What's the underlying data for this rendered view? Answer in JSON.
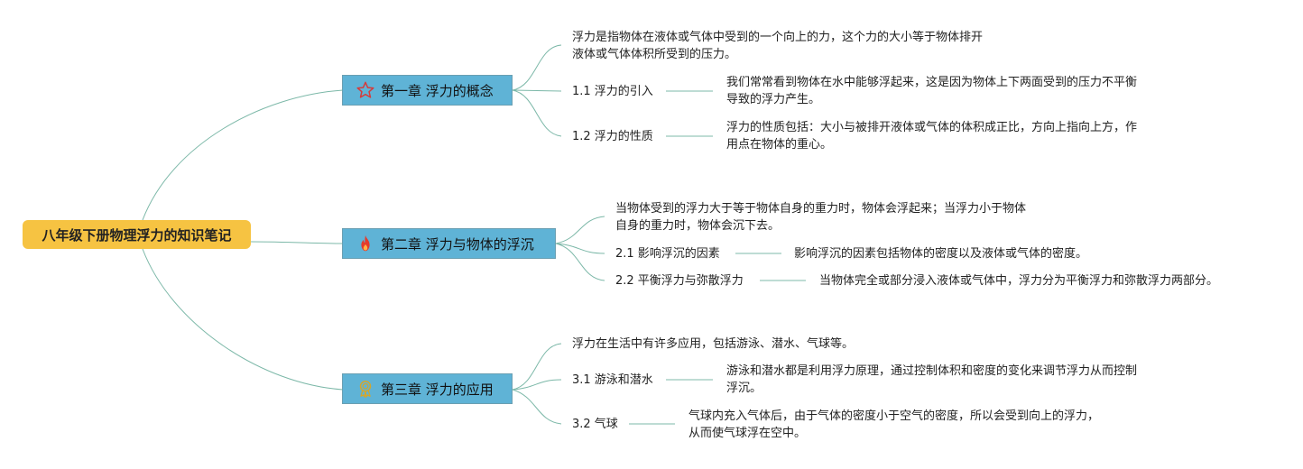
{
  "root": {
    "title": "八年级下册物理浮力的知识笔记"
  },
  "chapters": [
    {
      "title": "第一章 浮力的概念",
      "icon": "star-icon",
      "intro": [
        "浮力是指物体在液体或气体中受到的一个向上的力，这个力的大小等于物体排开",
        "液体或气体体积所受到的压力。"
      ],
      "subs": [
        {
          "label": "1.1 浮力的引入",
          "desc": [
            "我们常常看到物体在水中能够浮起来，这是因为物体上下两面受到的压力不平衡",
            "导致的浮力产生。"
          ]
        },
        {
          "label": "1.2 浮力的性质",
          "desc": [
            "浮力的性质包括：大小与被排开液体或气体的体积成正比，方向上指向上方，作",
            "用点在物体的重心。"
          ]
        }
      ]
    },
    {
      "title": "第二章 浮力与物体的浮沉",
      "icon": "fire-icon",
      "intro": [
        "当物体受到的浮力大于等于物体自身的重力时，物体会浮起来；当浮力小于物体",
        "自身的重力时，物体会沉下去。"
      ],
      "subs": [
        {
          "label": "2.1 影响浮沉的因素",
          "desc": [
            "影响浮沉的因素包括物体的密度以及液体或气体的密度。"
          ]
        },
        {
          "label": "2.2 平衡浮力与弥散浮力",
          "desc": [
            "当物体完全或部分浸入液体或气体中，浮力分为平衡浮力和弥散浮力两部分。"
          ]
        }
      ]
    },
    {
      "title": "第三章 浮力的应用",
      "icon": "medal-icon",
      "intro": [
        "浮力在生活中有许多应用，包括游泳、潜水、气球等。"
      ],
      "subs": [
        {
          "label": "3.1 游泳和潜水",
          "desc": [
            "游泳和潜水都是利用浮力原理，通过控制体积和密度的变化来调节浮力从而控制",
            "浮沉。"
          ]
        },
        {
          "label": "3.2 气球",
          "desc": [
            "气球内充入气体后，由于气体的密度小于空气的密度，所以会受到向上的浮力，",
            "从而使气球浮在空中。"
          ]
        }
      ]
    }
  ],
  "colors": {
    "root": "#f6c342",
    "chapter": "#5fb3d6",
    "line": "#7cb8a8"
  }
}
